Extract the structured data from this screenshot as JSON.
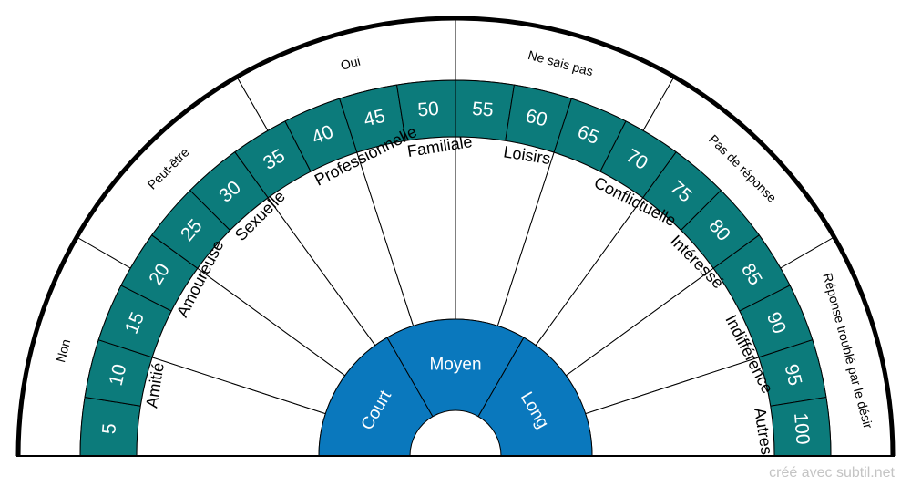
{
  "colors": {
    "teal": "#0c7b7b",
    "blue": "#0a78bd",
    "line": "#000000",
    "paper": "#ffffff",
    "credit": "#c4c4c4"
  },
  "outer_ring": [
    "Non",
    "Peut-être",
    "Oui",
    "Ne sais pas",
    "Pas de réponse",
    "Réponse troublé par le désir"
  ],
  "number_ring": [
    "5",
    "10",
    "15",
    "20",
    "25",
    "30",
    "35",
    "40",
    "45",
    "50",
    "55",
    "60",
    "65",
    "70",
    "75",
    "80",
    "85",
    "90",
    "95",
    "100"
  ],
  "relation_ring": [
    "Amitié",
    "Amoureuse",
    "Sexuelle",
    "Professionnelle",
    "Familiale",
    "Loisirs",
    "Conflictuelle",
    "Intéressé",
    "Indifférence",
    "Autres"
  ],
  "center_ring": [
    "Court",
    "Moyen",
    "Long"
  ],
  "credit": "créé avec subtil.net"
}
